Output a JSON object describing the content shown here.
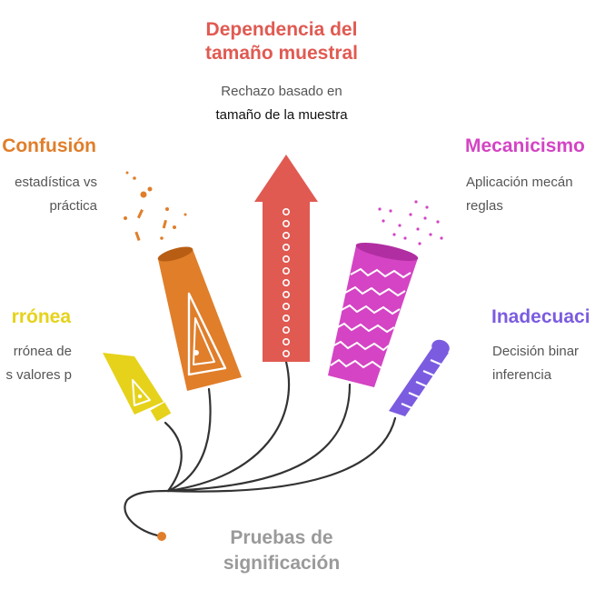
{
  "colors": {
    "red": "#e05a52",
    "orange": "#e07e2a",
    "magenta": "#d444c4",
    "yellow": "#e6d21a",
    "purple": "#7b5ce0",
    "gray": "#9a9a9a",
    "fuse": "#333333"
  },
  "center": {
    "title_line1": "Pruebas de",
    "title_line2": "significación"
  },
  "branches": [
    {
      "key": "dependencia",
      "title_line1": "Dependencia del",
      "title_line2": "tamaño muestral",
      "desc_line1": "Rechazo basado en",
      "desc_line2": "tamaño de la muestra"
    },
    {
      "key": "confusion",
      "title_line1": "Confusión",
      "desc_line1": "estadística vs",
      "desc_line2": "práctica"
    },
    {
      "key": "mecanicismo",
      "title_line1": "Mecanicismo",
      "desc_line1": "Aplicación mecán",
      "desc_line2": "reglas"
    },
    {
      "key": "erronea",
      "title_line1": "rrónea",
      "desc_line1": "rrónea de",
      "desc_line2": "s valores p"
    },
    {
      "key": "inadecuacion",
      "title_line1": "Inadecuaci",
      "desc_line1": "Decisión binar",
      "desc_line2": "inferencia"
    }
  ]
}
